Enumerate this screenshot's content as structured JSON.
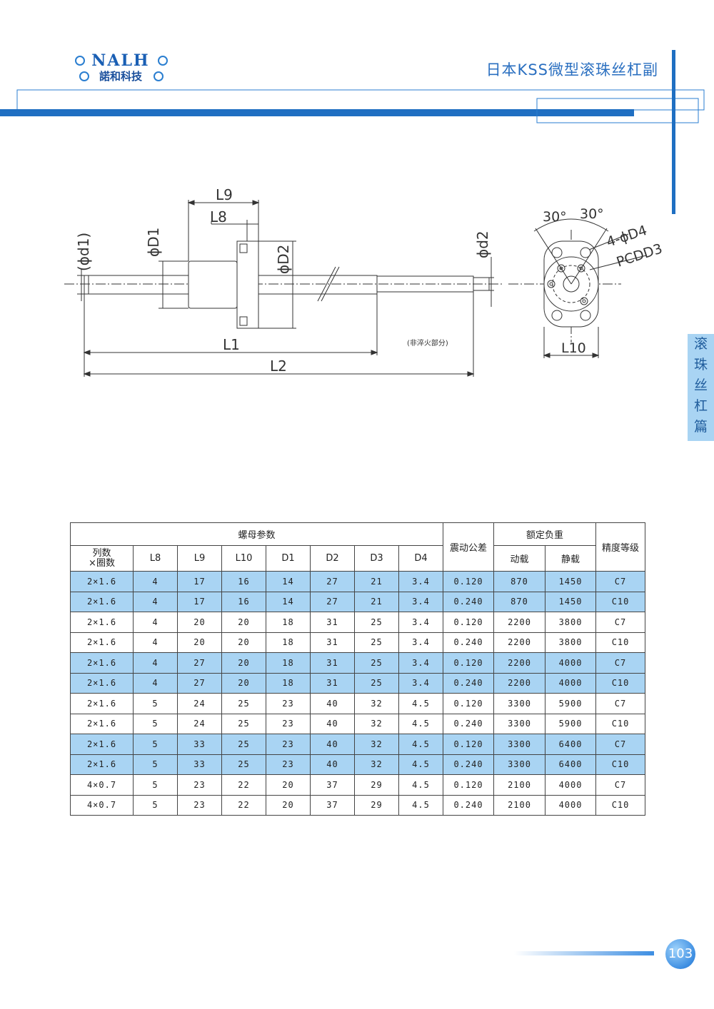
{
  "header": {
    "logo_top": "NALH",
    "logo_bottom": "諾和科技",
    "title": "日本KSS微型滚珠丝杠副"
  },
  "side_tab": [
    "滚",
    "珠",
    "丝",
    "杠",
    "篇"
  ],
  "page_number": "103",
  "drawing": {
    "labels": {
      "L9": "L9",
      "L8": "L8",
      "d1": "(ϕd1)",
      "D1": "ϕD1",
      "D2": "ϕD2",
      "d2": "ϕd2",
      "L1": "L1",
      "L2": "L2",
      "note": "(非淬火部分)",
      "angle1": "30°",
      "angle2": "30°",
      "D4": "4-ϕD4",
      "PCD": "PCDD3",
      "L10": "L10"
    }
  },
  "table": {
    "group_nut": "螺母参数",
    "col_turns": "列数\n×圈数",
    "cols": [
      "L8",
      "L9",
      "L10",
      "D1",
      "D2",
      "D3",
      "D4"
    ],
    "col_runout": "震动公差",
    "group_load": "额定负重",
    "col_dynamic": "动载",
    "col_static": "静载",
    "col_grade": "精度等级",
    "rows": [
      {
        "hl": true,
        "cells": [
          "2×1.6",
          "4",
          "17",
          "16",
          "14",
          "27",
          "21",
          "3.4",
          "0.120",
          "870",
          "1450",
          "C7"
        ]
      },
      {
        "hl": true,
        "cells": [
          "2×1.6",
          "4",
          "17",
          "16",
          "14",
          "27",
          "21",
          "3.4",
          "0.240",
          "870",
          "1450",
          "C10"
        ]
      },
      {
        "hl": false,
        "cells": [
          "2×1.6",
          "4",
          "20",
          "20",
          "18",
          "31",
          "25",
          "3.4",
          "0.120",
          "2200",
          "3800",
          "C7"
        ]
      },
      {
        "hl": false,
        "cells": [
          "2×1.6",
          "4",
          "20",
          "20",
          "18",
          "31",
          "25",
          "3.4",
          "0.240",
          "2200",
          "3800",
          "C10"
        ]
      },
      {
        "hl": true,
        "cells": [
          "2×1.6",
          "4",
          "27",
          "20",
          "18",
          "31",
          "25",
          "3.4",
          "0.120",
          "2200",
          "4000",
          "C7"
        ]
      },
      {
        "hl": true,
        "cells": [
          "2×1.6",
          "4",
          "27",
          "20",
          "18",
          "31",
          "25",
          "3.4",
          "0.240",
          "2200",
          "4000",
          "C10"
        ]
      },
      {
        "hl": false,
        "cells": [
          "2×1.6",
          "5",
          "24",
          "25",
          "23",
          "40",
          "32",
          "4.5",
          "0.120",
          "3300",
          "5900",
          "C7"
        ]
      },
      {
        "hl": false,
        "cells": [
          "2×1.6",
          "5",
          "24",
          "25",
          "23",
          "40",
          "32",
          "4.5",
          "0.240",
          "3300",
          "5900",
          "C10"
        ]
      },
      {
        "hl": true,
        "cells": [
          "2×1.6",
          "5",
          "33",
          "25",
          "23",
          "40",
          "32",
          "4.5",
          "0.120",
          "3300",
          "6400",
          "C7"
        ]
      },
      {
        "hl": true,
        "cells": [
          "2×1.6",
          "5",
          "33",
          "25",
          "23",
          "40",
          "32",
          "4.5",
          "0.240",
          "3300",
          "6400",
          "C10"
        ]
      },
      {
        "hl": false,
        "cells": [
          "4×0.7",
          "5",
          "23",
          "22",
          "20",
          "37",
          "29",
          "4.5",
          "0.120",
          "2100",
          "4000",
          "C7"
        ]
      },
      {
        "hl": false,
        "cells": [
          "4×0.7",
          "5",
          "23",
          "22",
          "20",
          "37",
          "29",
          "4.5",
          "0.240",
          "2100",
          "4000",
          "C10"
        ]
      }
    ]
  }
}
